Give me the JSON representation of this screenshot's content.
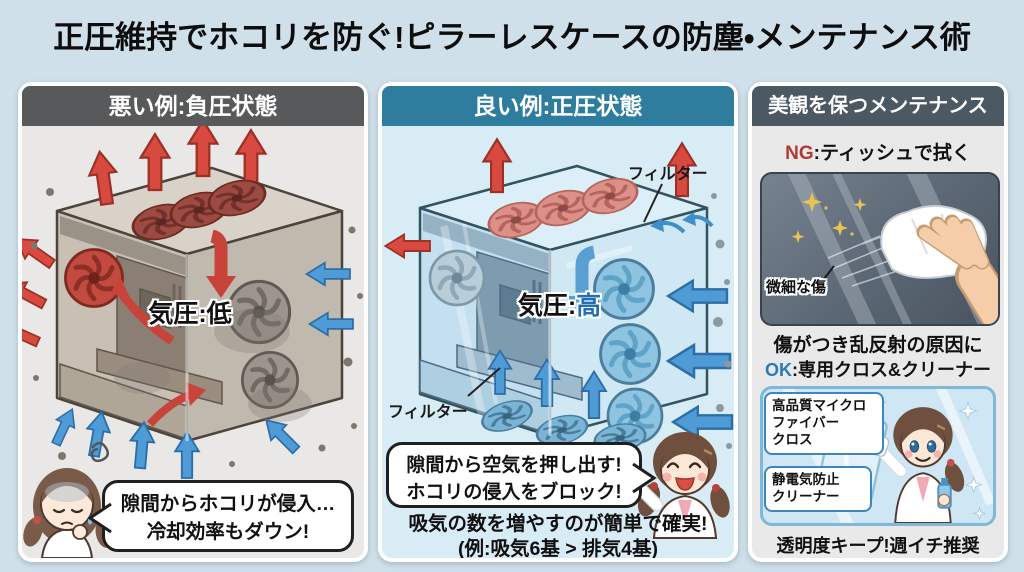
{
  "title": "正圧維持でホコリを防ぐ!ピラーレスケースの防塵・メンテナンス術",
  "bad": {
    "header": "悪い例:負圧状態",
    "pressure_prefix": "気圧:",
    "pressure_value": "低",
    "bubble": "隙間からホコリが侵入…\n冷却効率もダウン!"
  },
  "good": {
    "header": "良い例:正圧状態",
    "filter_top": "フィルター",
    "filter_bottom": "フィルター",
    "pressure_prefix": "気圧:",
    "pressure_value": "高",
    "bubble": "隙間から空気を押し出す!\nホコリの侵入をブロック!",
    "note": "吸気の数を増やすのが簡単で確実!\n(例:吸気6基 > 排気4基)"
  },
  "maint": {
    "header": "美観を保つメンテナンス",
    "ng_label": "NG",
    "ng_title": ":ティッシュで拭く",
    "ng_annotation": "微細な傷",
    "ng_caption": "傷がつき乱反射の原因に",
    "ok_label": "OK",
    "ok_title": ":専用クロス&クリーナー",
    "ok_cloth_label": "高品質マイクロ\nファイバー\nクロス",
    "ok_cleaner_label": "静電気防止\nクリーナー",
    "ok_caption": "透明度キープ!週イチ推奨"
  },
  "colors": {
    "page_bg": "#cfe0ea",
    "header_bad": "#58595a",
    "header_good": "#2e7d9f",
    "header_maint": "#4d5962",
    "panel_bad_bg": "#e9e8e6",
    "panel_good_bg": "#d8ecf6",
    "panel_maint_bg": "#e9e9e9",
    "ng_red": "#b23a34",
    "ok_blue": "#2b79b8",
    "pressure_high_blue": "#2570b5",
    "arrow_red": "#d84a3f",
    "arrow_blue": "#4f9bd5"
  }
}
